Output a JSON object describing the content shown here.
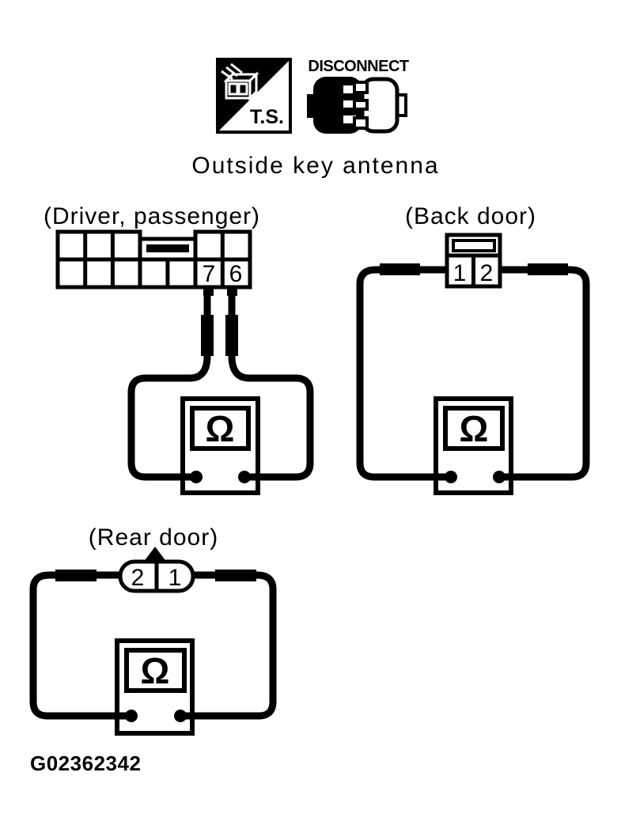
{
  "colors": {
    "ink": "#000000",
    "paper": "#ffffff"
  },
  "header_icons": {
    "ts_label": "T.S.",
    "disconnect_label": "DISCONNECT"
  },
  "title": "Outside key antenna",
  "circuits": {
    "driver_passenger": {
      "label": "(Driver, passenger)",
      "pins": [
        "7",
        "6"
      ],
      "meter_symbol": "Ω"
    },
    "back_door": {
      "label": "(Back door)",
      "pins": [
        "1",
        "2"
      ],
      "meter_symbol": "Ω"
    },
    "rear_door": {
      "label": "(Rear door)",
      "pins": [
        "2",
        "1"
      ],
      "meter_symbol": "Ω"
    }
  },
  "figure_code": "G02362342"
}
